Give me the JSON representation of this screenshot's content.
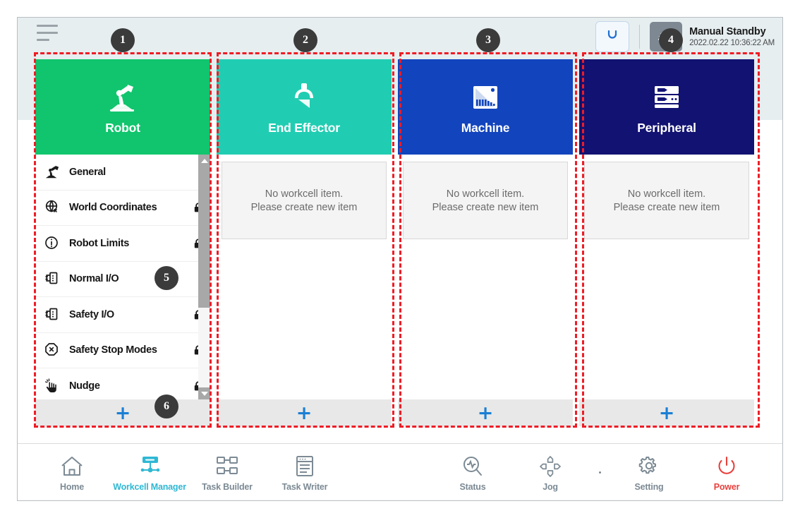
{
  "header": {
    "menu_icon": "hamburger-menu-icon",
    "reset_icon": "reset-circle-icon",
    "mode_icon": "manual-hand-icon",
    "status_title": "Manual Standby",
    "status_time": "2022.02.22 10:36:22 AM"
  },
  "columns": [
    {
      "id": "robot",
      "title": "Robot",
      "icon": "robot-arm-icon",
      "color": "#10c56d",
      "add_label": "+",
      "items": [
        {
          "label": "General",
          "icon": "robot-arm-icon",
          "locked": false
        },
        {
          "label": "World Coordinates",
          "icon": "globe-coordinates-icon",
          "locked": true
        },
        {
          "label": "Robot Limits",
          "icon": "limits-circle-icon",
          "locked": true
        },
        {
          "label": "Normal I/O",
          "icon": "io-port-icon",
          "locked": false
        },
        {
          "label": "Safety I/O",
          "icon": "io-port-icon",
          "locked": true
        },
        {
          "label": "Safety Stop Modes",
          "icon": "stop-octagon-icon",
          "locked": true
        },
        {
          "label": "Nudge",
          "icon": "nudge-hand-icon",
          "locked": true
        }
      ]
    },
    {
      "id": "end-effector",
      "title": "End Effector",
      "icon": "gripper-icon",
      "color": "#21cdb2",
      "add_label": "+",
      "empty": {
        "line1": "No workcell item.",
        "line2": "Please create new item"
      }
    },
    {
      "id": "machine",
      "title": "Machine",
      "icon": "machine-icon",
      "color": "#1244bd",
      "add_label": "+",
      "empty": {
        "line1": "No workcell item.",
        "line2": "Please create new item"
      }
    },
    {
      "id": "peripheral",
      "title": "Peripheral",
      "icon": "peripheral-server-icon",
      "color": "#121272",
      "add_label": "+",
      "empty": {
        "line1": "No workcell item.",
        "line2": "Please create new item"
      }
    }
  ],
  "nav": {
    "left": [
      {
        "label": "Home",
        "icon": "home-icon",
        "active": false
      },
      {
        "label": "Workcell Manager",
        "icon": "workcell-manager-icon",
        "active": true
      },
      {
        "label": "Task Builder",
        "icon": "task-builder-icon",
        "active": false
      },
      {
        "label": "Task Writer",
        "icon": "task-writer-icon",
        "active": false
      }
    ],
    "right": [
      {
        "label": "Status",
        "icon": "status-monitor-icon",
        "active": false
      },
      {
        "label": "Jog",
        "icon": "jog-dpad-icon",
        "active": false
      },
      {
        "label": "Setting",
        "icon": "gear-icon",
        "active": false
      },
      {
        "label": "Power",
        "icon": "power-icon",
        "active": false
      }
    ]
  },
  "annotations": [
    {
      "num": "1"
    },
    {
      "num": "2"
    },
    {
      "num": "3"
    },
    {
      "num": "4"
    },
    {
      "num": "5"
    },
    {
      "num": "6"
    }
  ]
}
